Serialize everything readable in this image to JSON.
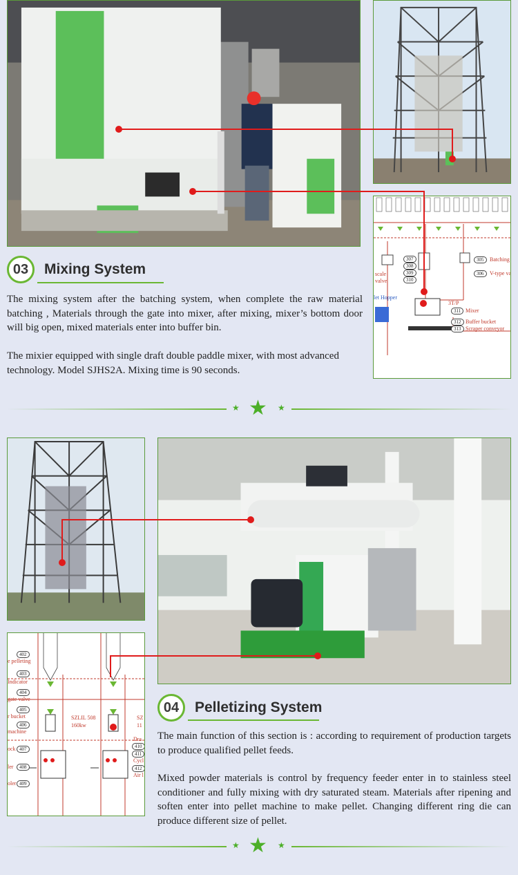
{
  "section_mixing": {
    "number": "03",
    "title": "Mixing System",
    "paragraphs": [
      "The mixing system after the batching system, when complete the raw material batching , Materials through the gate into mixer, after mixing, mixer’s bottom door will big open, mixed materials enter into buffer bin.",
      "The mixier equipped with single draft double paddle mixer, with most advanced technology. Model SJHS2A. Mixing time is 90 seconds."
    ],
    "diagram": {
      "labels": [
        "scale",
        "valve",
        "let Hopper",
        "3T/P",
        "Batching",
        "V-type va",
        "Mixer",
        "Buffer bucket",
        "Scraper conveyor"
      ],
      "numbers": [
        "307",
        "308",
        "309",
        "310",
        "305",
        "306",
        "311",
        "312",
        "313"
      ]
    }
  },
  "section_pelletizing": {
    "number": "04",
    "title": "Pelletizing System",
    "paragraphs": [
      "The main function of this section is : according to requirement of production targets to produce qualified pellet feeds.",
      "Mixed powder materials is control by frequency feeder enter in to stainless steel conditioner and fully mixing with dry saturated steam. Materials after ripening and soften enter into pellet machine to make pellet. Changing different ring die can produce different size of pellet."
    ],
    "diagram": {
      "labels": [
        "e pelleting",
        "Indicator",
        "gate valve",
        "r bucket",
        "machine",
        "ock",
        "ler",
        "oler",
        "SZLIL 508",
        "160kw",
        "SZ",
        "11",
        "Dra",
        "Cycl",
        "Air l"
      ],
      "numbers": [
        "402",
        "403",
        "404",
        "405",
        "406",
        "407",
        "408",
        "409",
        "410",
        "411",
        "412"
      ]
    }
  },
  "colors": {
    "accent": "#6ab733",
    "pointer": "#e01b1b",
    "background": "#e3e7f3"
  }
}
